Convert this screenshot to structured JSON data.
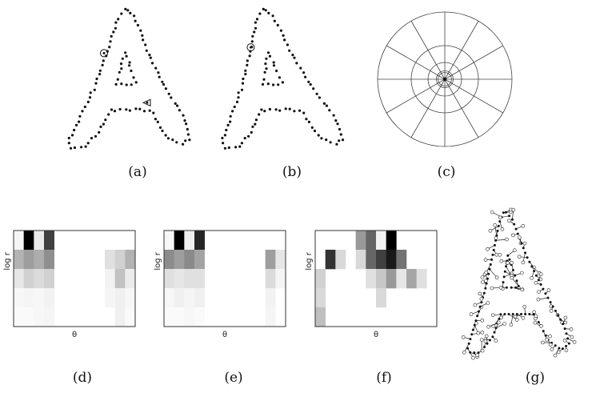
{
  "captions": [
    "(a)",
    "(b)",
    "(c)",
    "(d)",
    "(e)",
    "(f)",
    "(g)"
  ],
  "histogram_axes": {
    "xlabel": "θ",
    "ylabel": "log r"
  },
  "polar_grid": {
    "radial_bins": 5,
    "angular_bins": 12
  },
  "histograms": {
    "d": [
      [
        0.04,
        1.0,
        0.08,
        0.75,
        0.0,
        0.0,
        0.0,
        0.0,
        0.0,
        0.0,
        0.0,
        0.0
      ],
      [
        0.3,
        0.38,
        0.32,
        0.44,
        0.0,
        0.0,
        0.0,
        0.0,
        0.0,
        0.12,
        0.18,
        0.3
      ],
      [
        0.1,
        0.18,
        0.14,
        0.18,
        0.0,
        0.0,
        0.0,
        0.0,
        0.0,
        0.05,
        0.24,
        0.08
      ],
      [
        0.03,
        0.04,
        0.03,
        0.05,
        0.0,
        0.0,
        0.0,
        0.0,
        0.0,
        0.04,
        0.06,
        0.03
      ],
      [
        0.02,
        0.02,
        0.03,
        0.04,
        0.0,
        0.0,
        0.0,
        0.0,
        0.0,
        0.0,
        0.06,
        0.02
      ]
    ],
    "e": [
      [
        0.03,
        1.0,
        0.06,
        0.85,
        0.0,
        0.0,
        0.0,
        0.0,
        0.0,
        0.0,
        0.0,
        0.0
      ],
      [
        0.45,
        0.38,
        0.46,
        0.36,
        0.0,
        0.0,
        0.0,
        0.0,
        0.0,
        0.0,
        0.38,
        0.1
      ],
      [
        0.12,
        0.1,
        0.12,
        0.12,
        0.0,
        0.0,
        0.0,
        0.0,
        0.0,
        0.0,
        0.14,
        0.04
      ],
      [
        0.03,
        0.06,
        0.04,
        0.06,
        0.0,
        0.0,
        0.0,
        0.0,
        0.0,
        0.0,
        0.05,
        0.0
      ],
      [
        0.02,
        0.02,
        0.03,
        0.02,
        0.0,
        0.0,
        0.0,
        0.0,
        0.0,
        0.0,
        0.04,
        0.0
      ]
    ],
    "f": [
      [
        0.0,
        0.0,
        0.0,
        0.0,
        0.4,
        0.6,
        0.05,
        1.0,
        0.0,
        0.0,
        0.0,
        0.0
      ],
      [
        0.0,
        0.8,
        0.15,
        0.0,
        0.15,
        0.6,
        0.75,
        0.9,
        0.55,
        0.0,
        0.0,
        0.0
      ],
      [
        0.18,
        0.0,
        0.0,
        0.0,
        0.0,
        0.12,
        0.22,
        0.4,
        0.1,
        0.35,
        0.12,
        0.0
      ],
      [
        0.15,
        0.0,
        0.0,
        0.0,
        0.0,
        0.0,
        0.15,
        0.0,
        0.0,
        0.0,
        0.0,
        0.0
      ],
      [
        0.25,
        0.0,
        0.0,
        0.0,
        0.0,
        0.0,
        0.0,
        0.0,
        0.0,
        0.0,
        0.0,
        0.0
      ]
    ]
  }
}
